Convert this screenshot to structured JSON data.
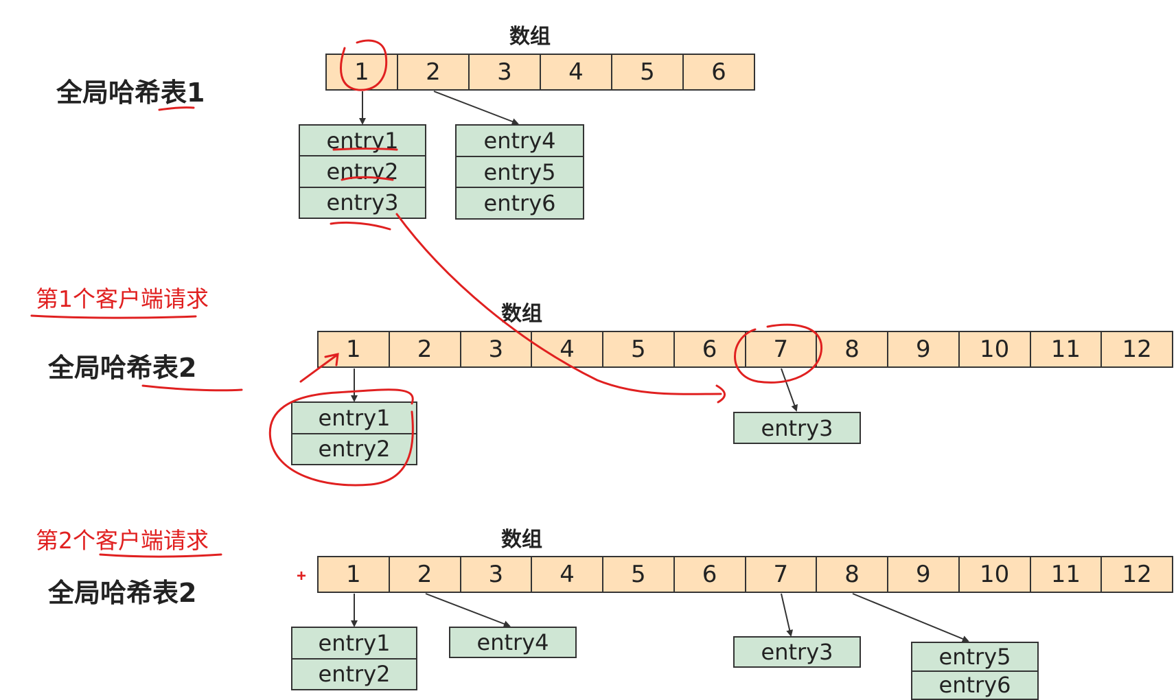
{
  "tables": [
    {
      "title": "全局哈希表1",
      "array_label": "数组",
      "cells": [
        "1",
        "2",
        "3",
        "4",
        "5",
        "6"
      ],
      "buckets": [
        {
          "slot": "1",
          "entries": [
            "entry1",
            "entry2",
            "entry3"
          ]
        },
        {
          "slot": "2",
          "entries": [
            "entry4",
            "entry5",
            "entry6"
          ]
        }
      ]
    },
    {
      "request": "第1个客户端请求",
      "title": "全局哈希表2",
      "array_label": "数组",
      "cells": [
        "1",
        "2",
        "3",
        "4",
        "5",
        "6",
        "7",
        "8",
        "9",
        "10",
        "11",
        "12"
      ],
      "buckets": [
        {
          "slot": "1",
          "entries": [
            "entry1",
            "entry2"
          ]
        },
        {
          "slot": "7",
          "entries": [
            "entry3"
          ]
        }
      ]
    },
    {
      "request": "第2个客户端请求",
      "title": "全局哈希表2",
      "array_label": "数组",
      "marker": "+",
      "cells": [
        "1",
        "2",
        "3",
        "4",
        "5",
        "6",
        "7",
        "8",
        "9",
        "10",
        "11",
        "12"
      ],
      "buckets": [
        {
          "slot": "1",
          "entries": [
            "entry1",
            "entry2"
          ]
        },
        {
          "slot": "2",
          "entries": [
            "entry4"
          ]
        },
        {
          "slot": "7",
          "entries": [
            "entry3"
          ]
        },
        {
          "slot": "8",
          "entries": [
            "entry5",
            "entry6"
          ]
        }
      ]
    }
  ],
  "colors": {
    "array_fill": "#ffe0b8",
    "entry_fill": "#cfe6d4",
    "border": "#333333",
    "annotation": "#e02020"
  }
}
